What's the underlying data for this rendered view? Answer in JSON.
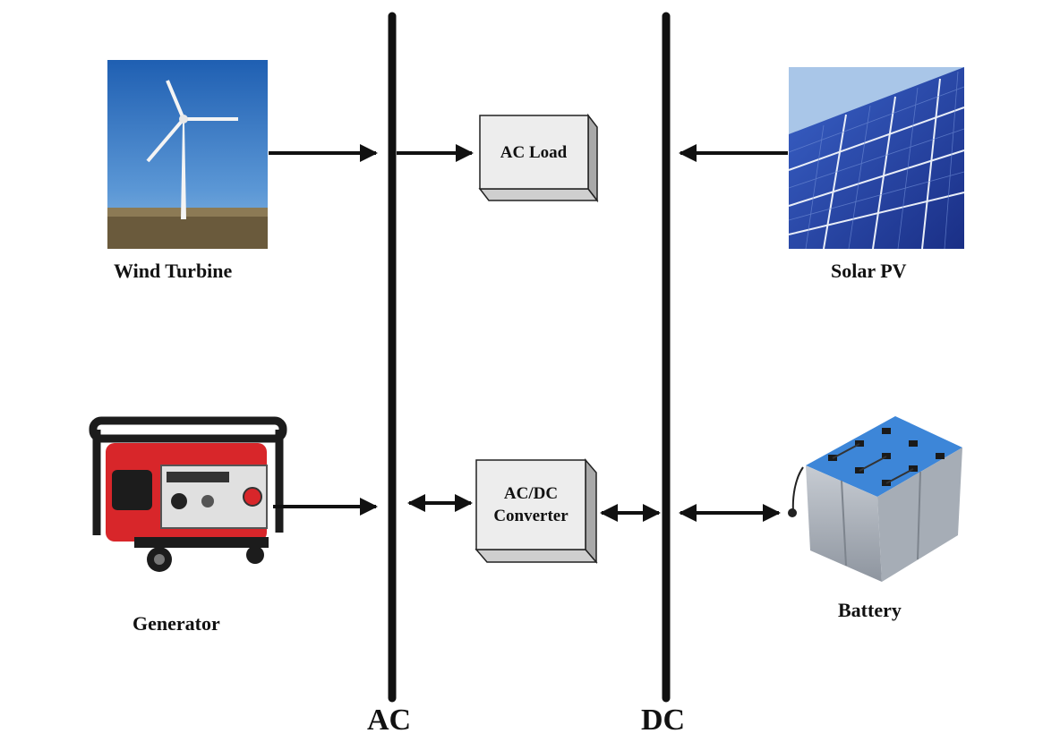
{
  "buses": {
    "ac": {
      "label": "AC"
    },
    "dc": {
      "label": "DC"
    }
  },
  "sources": {
    "wind_turbine": {
      "label": "Wind Turbine"
    },
    "solar_pv": {
      "label": "Solar PV"
    },
    "generator": {
      "label": "Generator"
    },
    "battery": {
      "label": "Battery"
    }
  },
  "boxes": {
    "ac_load": {
      "label": "AC Load"
    },
    "converter": {
      "line1": "AC/DC",
      "line2": "Converter"
    }
  },
  "colors": {
    "sky": "#3f7fc8",
    "solar_panel": "#2a45a8",
    "generator_body": "#d8262a",
    "battery_top": "#3d86d8",
    "line": "#111111"
  }
}
